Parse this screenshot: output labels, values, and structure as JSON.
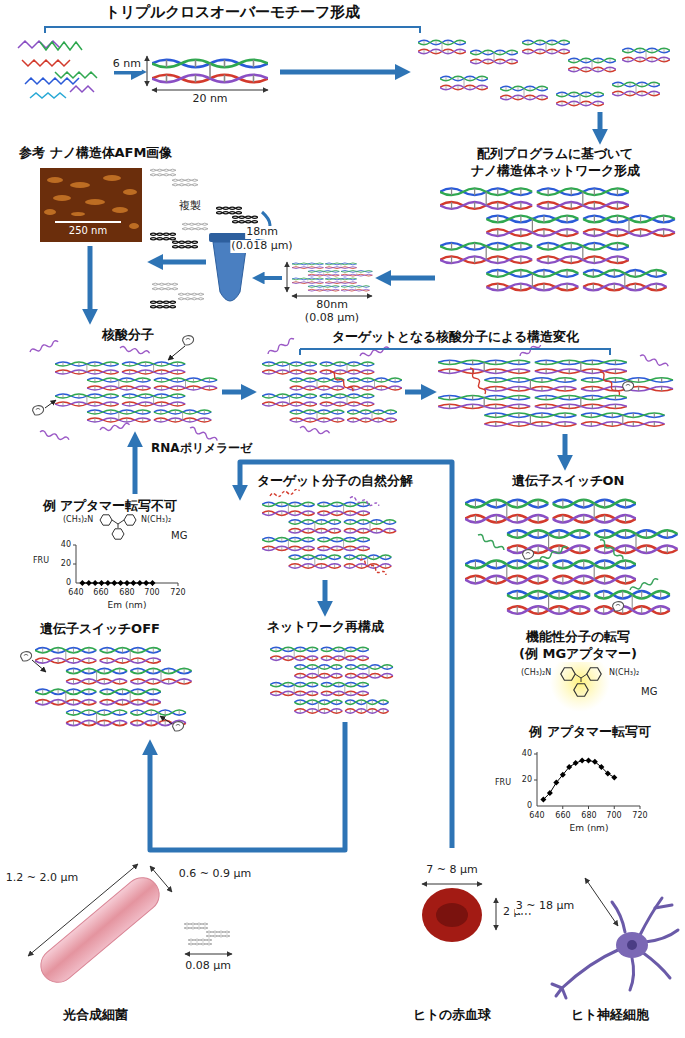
{
  "diagram": {
    "labels": [
      "トリプルクロスオーバーモチーフ形成",
      "6 nm",
      "20 nm",
      "参考 ナノ構造体AFM画像",
      "配列プログラムに基づいて",
      "ナノ構造体ネットワーク形成",
      "250 nm",
      "複製",
      "18nm",
      "(0.018 μm)",
      "80nm",
      "(0.08 μm)",
      "核酸分子",
      "ターゲットとなる核酸分子による構造変化",
      "RNAポリメラーゼ",
      "ターゲット分子の自然分解",
      "遺伝子スイッチON",
      "例 アプタマー転写不可",
      "(CH₃)₂N",
      "N(CH₃)₂",
      "MG",
      "FRU",
      "40",
      "20",
      "0",
      "640",
      "660",
      "680",
      "700",
      "720",
      "Em (nm)",
      "遺伝子スイッチOFF",
      "ネットワーク再構成",
      "機能性分子の転写",
      "(例 MGアプタマー)",
      "(CH₃)₂N",
      "N(CH₃)₂",
      "MG",
      "例 アプタマー転写可",
      "FRU",
      "40",
      "20",
      "0",
      "640",
      "660",
      "680",
      "700",
      "720",
      "Em (nm)",
      "1.2 ~ 2.0 μm",
      "0.6 ~ 0.9 μm",
      "0.08 μm",
      "7 ~ 8 μm",
      "2 μm",
      "3 ~ 18 μm",
      "光合成細菌",
      "ヒトの赤血球",
      "ヒト神経細胞"
    ]
  }
}
